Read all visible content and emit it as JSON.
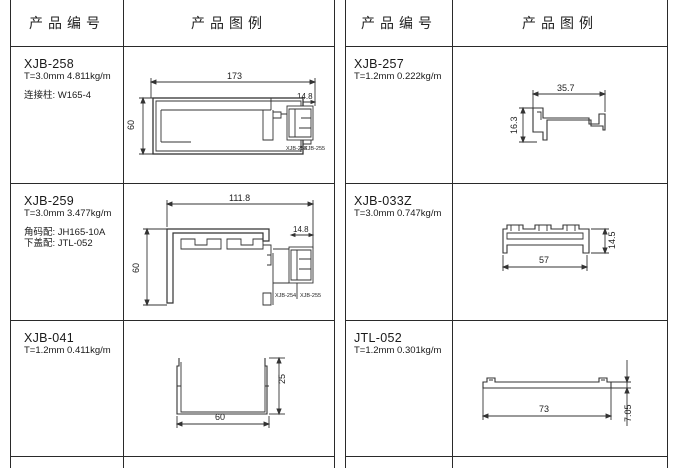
{
  "header": {
    "code": "产品编号",
    "figure": "产品图例"
  },
  "products": [
    {
      "code": "XJB-258",
      "spec": "T=3.0mm  4.811kg/m",
      "notes": [
        "连接柱: W165-4"
      ],
      "dims": {
        "width": "173",
        "height": "60",
        "small": "14.8"
      },
      "tags": [
        "XJB-256",
        "XJB-255"
      ]
    },
    {
      "code": "XJB-259",
      "spec": "T=3.0mm  3.477kg/m",
      "notes": [
        "角码配: JH165-10A",
        "下盖配: JTL-052"
      ],
      "dims": {
        "width": "111.8",
        "height": "60",
        "small": "14.8"
      },
      "tags": [
        "XJB-254",
        "XJB-255"
      ]
    },
    {
      "code": "XJB-041",
      "spec": "T=1.2mm  0.411kg/m",
      "notes": [],
      "dims": {
        "width": "60",
        "height": "25"
      },
      "tags": []
    },
    {
      "code": "XJB-257",
      "spec": "T=1.2mm  0.222kg/m",
      "notes": [],
      "dims": {
        "width": "35.7",
        "height": "16.3"
      },
      "tags": []
    },
    {
      "code": "XJB-033Z",
      "spec": "T=3.0mm  0.747kg/m",
      "notes": [],
      "dims": {
        "width": "57",
        "height": "14.5"
      },
      "tags": []
    },
    {
      "code": "JTL-052",
      "spec": "T=1.2mm  0.301kg/m",
      "notes": [],
      "dims": {
        "width": "73",
        "height": "7.05"
      },
      "tags": []
    }
  ]
}
